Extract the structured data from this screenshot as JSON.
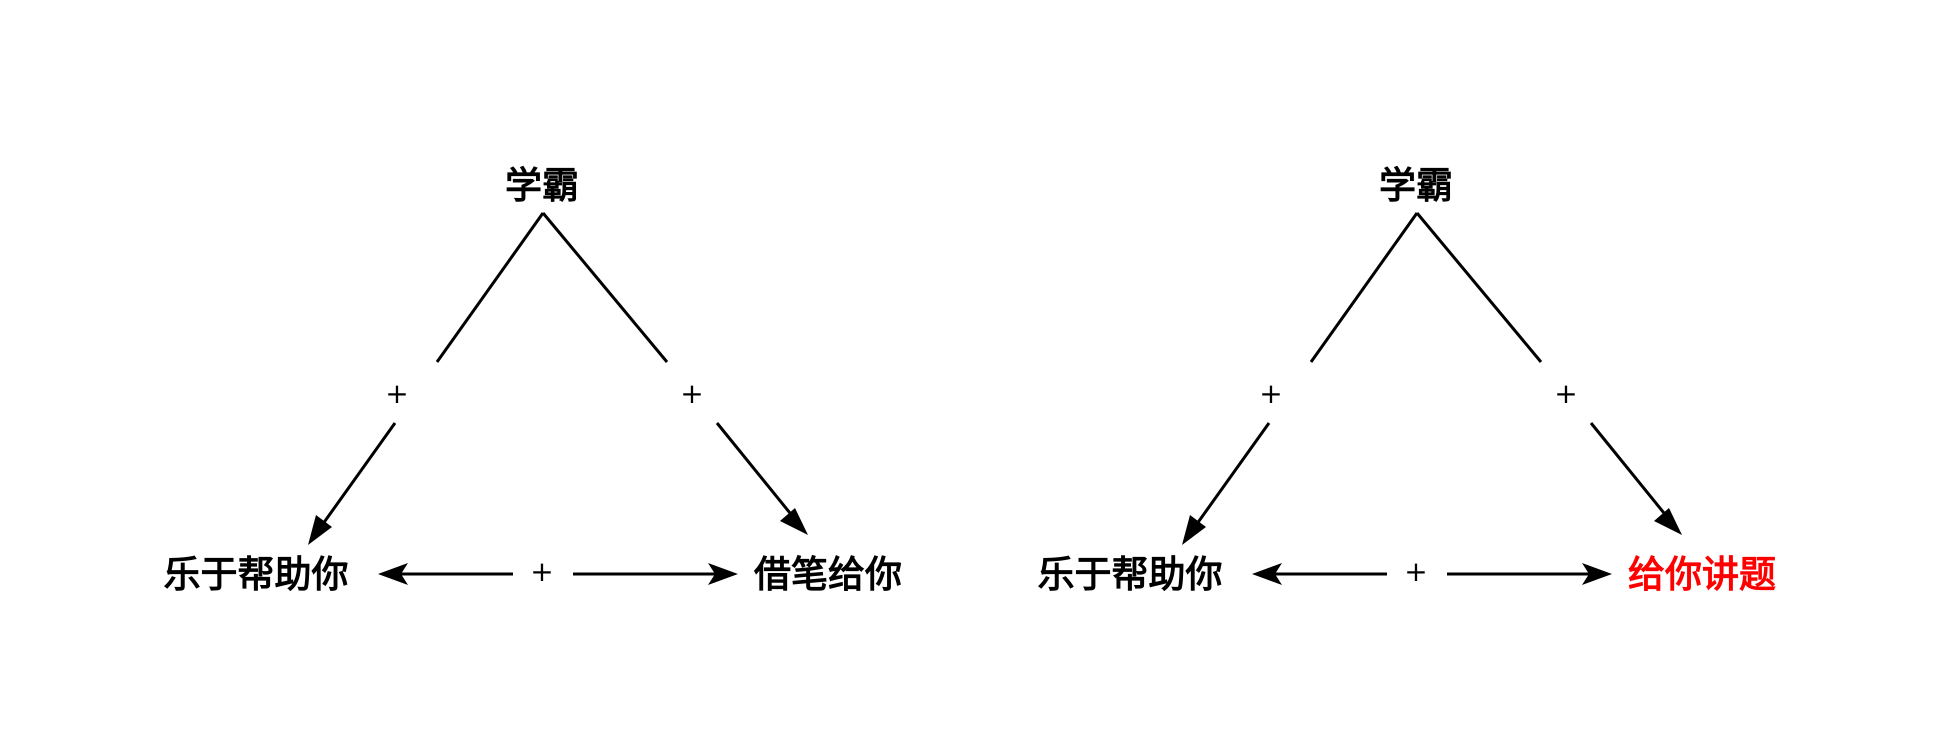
{
  "colors": {
    "default_text": "#000000",
    "highlight_text": "#ff0000",
    "edge": "#000000"
  },
  "diagrams": [
    {
      "top_node": {
        "label": "学霸",
        "color": "#000000"
      },
      "left_node": {
        "label": "乐于帮助你",
        "color": "#000000"
      },
      "right_node": {
        "label": "借笔给你",
        "color": "#000000"
      },
      "edges": {
        "top_to_left": {
          "sign": "+",
          "direction": "forward"
        },
        "top_to_right": {
          "sign": "+",
          "direction": "forward"
        },
        "left_to_right": {
          "sign": "+",
          "direction": "both"
        }
      }
    },
    {
      "top_node": {
        "label": "学霸",
        "color": "#000000"
      },
      "left_node": {
        "label": "乐于帮助你",
        "color": "#000000"
      },
      "right_node": {
        "label": "给你讲题",
        "color": "#ff0000"
      },
      "edges": {
        "top_to_left": {
          "sign": "+",
          "direction": "forward"
        },
        "top_to_right": {
          "sign": "+",
          "direction": "forward"
        },
        "left_to_right": {
          "sign": "+",
          "direction": "both"
        }
      }
    }
  ]
}
